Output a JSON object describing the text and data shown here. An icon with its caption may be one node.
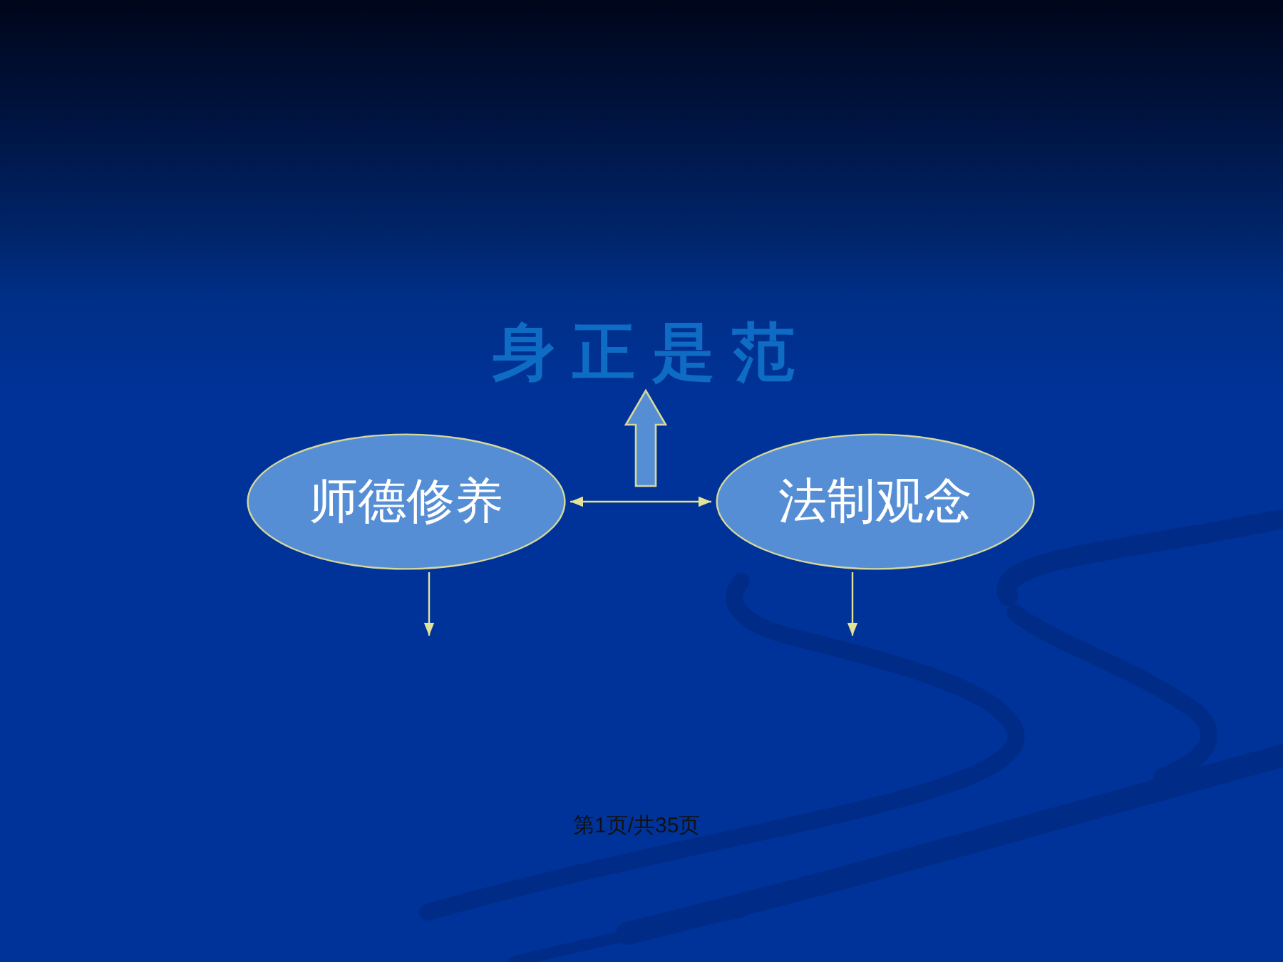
{
  "diagram": {
    "nodes": [
      {
        "text": [
          "身正是范"
        ]
      },
      {
        "text": [
          "师德修养"
        ]
      },
      {
        "text": [
          "法制观念"
        ]
      }
    ],
    "edges": [
      {
        "from": null,
        "to": 0,
        "arrow": "to",
        "style": "thick",
        "color": "#558ed5"
      },
      {
        "from": 1,
        "to": 2,
        "arrow": "both"
      },
      {
        "from": 1,
        "to": null,
        "arrow": "to"
      },
      {
        "from": 2,
        "to": null,
        "arrow": "to"
      }
    ],
    "labels": [
      "第1页/共35页"
    ]
  }
}
